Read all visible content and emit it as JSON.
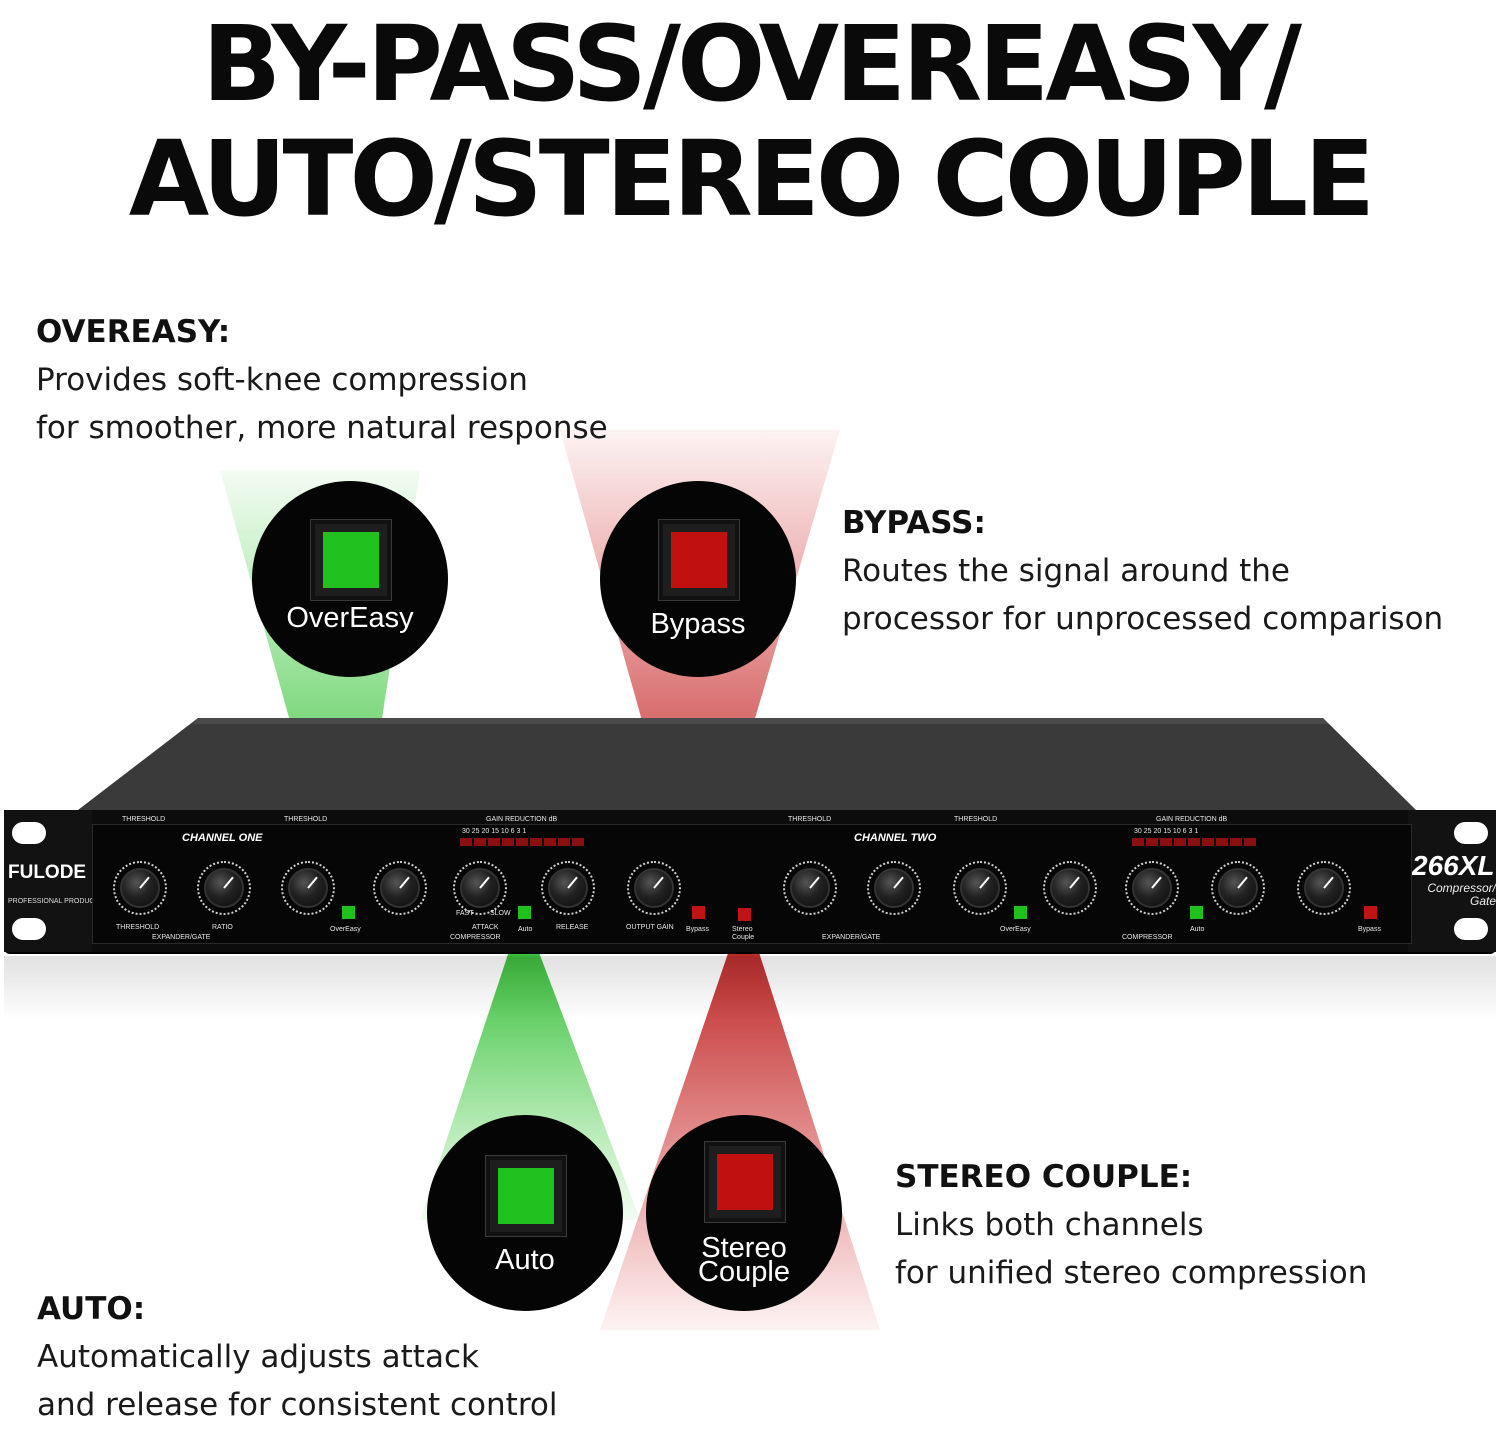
{
  "headline": {
    "line1": "BY-PASS/OVEREASY/",
    "line2": "AUTO/STEREO COUPLE"
  },
  "features": {
    "overeasy": {
      "title": "OVEREASY:",
      "line1": "Provides soft-knee compression",
      "line2": "for smoother, more natural response"
    },
    "bypass": {
      "title": "BYPASS:",
      "line1": "Routes the signal around the",
      "line2": "processor for unprocessed comparison"
    },
    "stereo_couple": {
      "title": "STEREO COUPLE:",
      "line1": "Links both channels",
      "line2": "for unified stereo compression"
    },
    "auto": {
      "title": "AUTO:",
      "line1": "Automatically adjusts attack",
      "line2": "and release for consistent control"
    }
  },
  "buttons": {
    "overeasy": {
      "label": "OverEasy",
      "color": "#1fc21f"
    },
    "bypass": {
      "label": "Bypass",
      "color": "#c01010"
    },
    "auto": {
      "label": "Auto",
      "color": "#1fc21f"
    },
    "stereo_couple": {
      "label_line1": "Stereo",
      "label_line2": "Couple",
      "color": "#c01010"
    }
  },
  "device": {
    "brand": "FULODE",
    "brand_sub": "PROFESSIONAL PRODUCTS",
    "model": "266XL",
    "model_sub1": "Compressor/",
    "model_sub2": "Gate",
    "channel_one": "CHANNEL ONE",
    "channel_two": "CHANNEL TWO",
    "threshold": "THRESHOLD",
    "ratio": "RATIO",
    "gain_reduction": "GAIN REDUCTION dB",
    "gain_reduction_scale": "30 25 20 15 10 6 3 1",
    "expander_gate": "EXPANDER/GATE",
    "compressor": "COMPRESSOR",
    "attack": "ATTACK",
    "release": "RELEASE",
    "output_gain": "OUTPUT GAIN",
    "fast": "FAST",
    "slow": "SLOW",
    "overeasy": "OverEasy",
    "auto": "Auto",
    "bypass": "Bypass",
    "stereo": "Stereo",
    "couple": "Couple"
  }
}
